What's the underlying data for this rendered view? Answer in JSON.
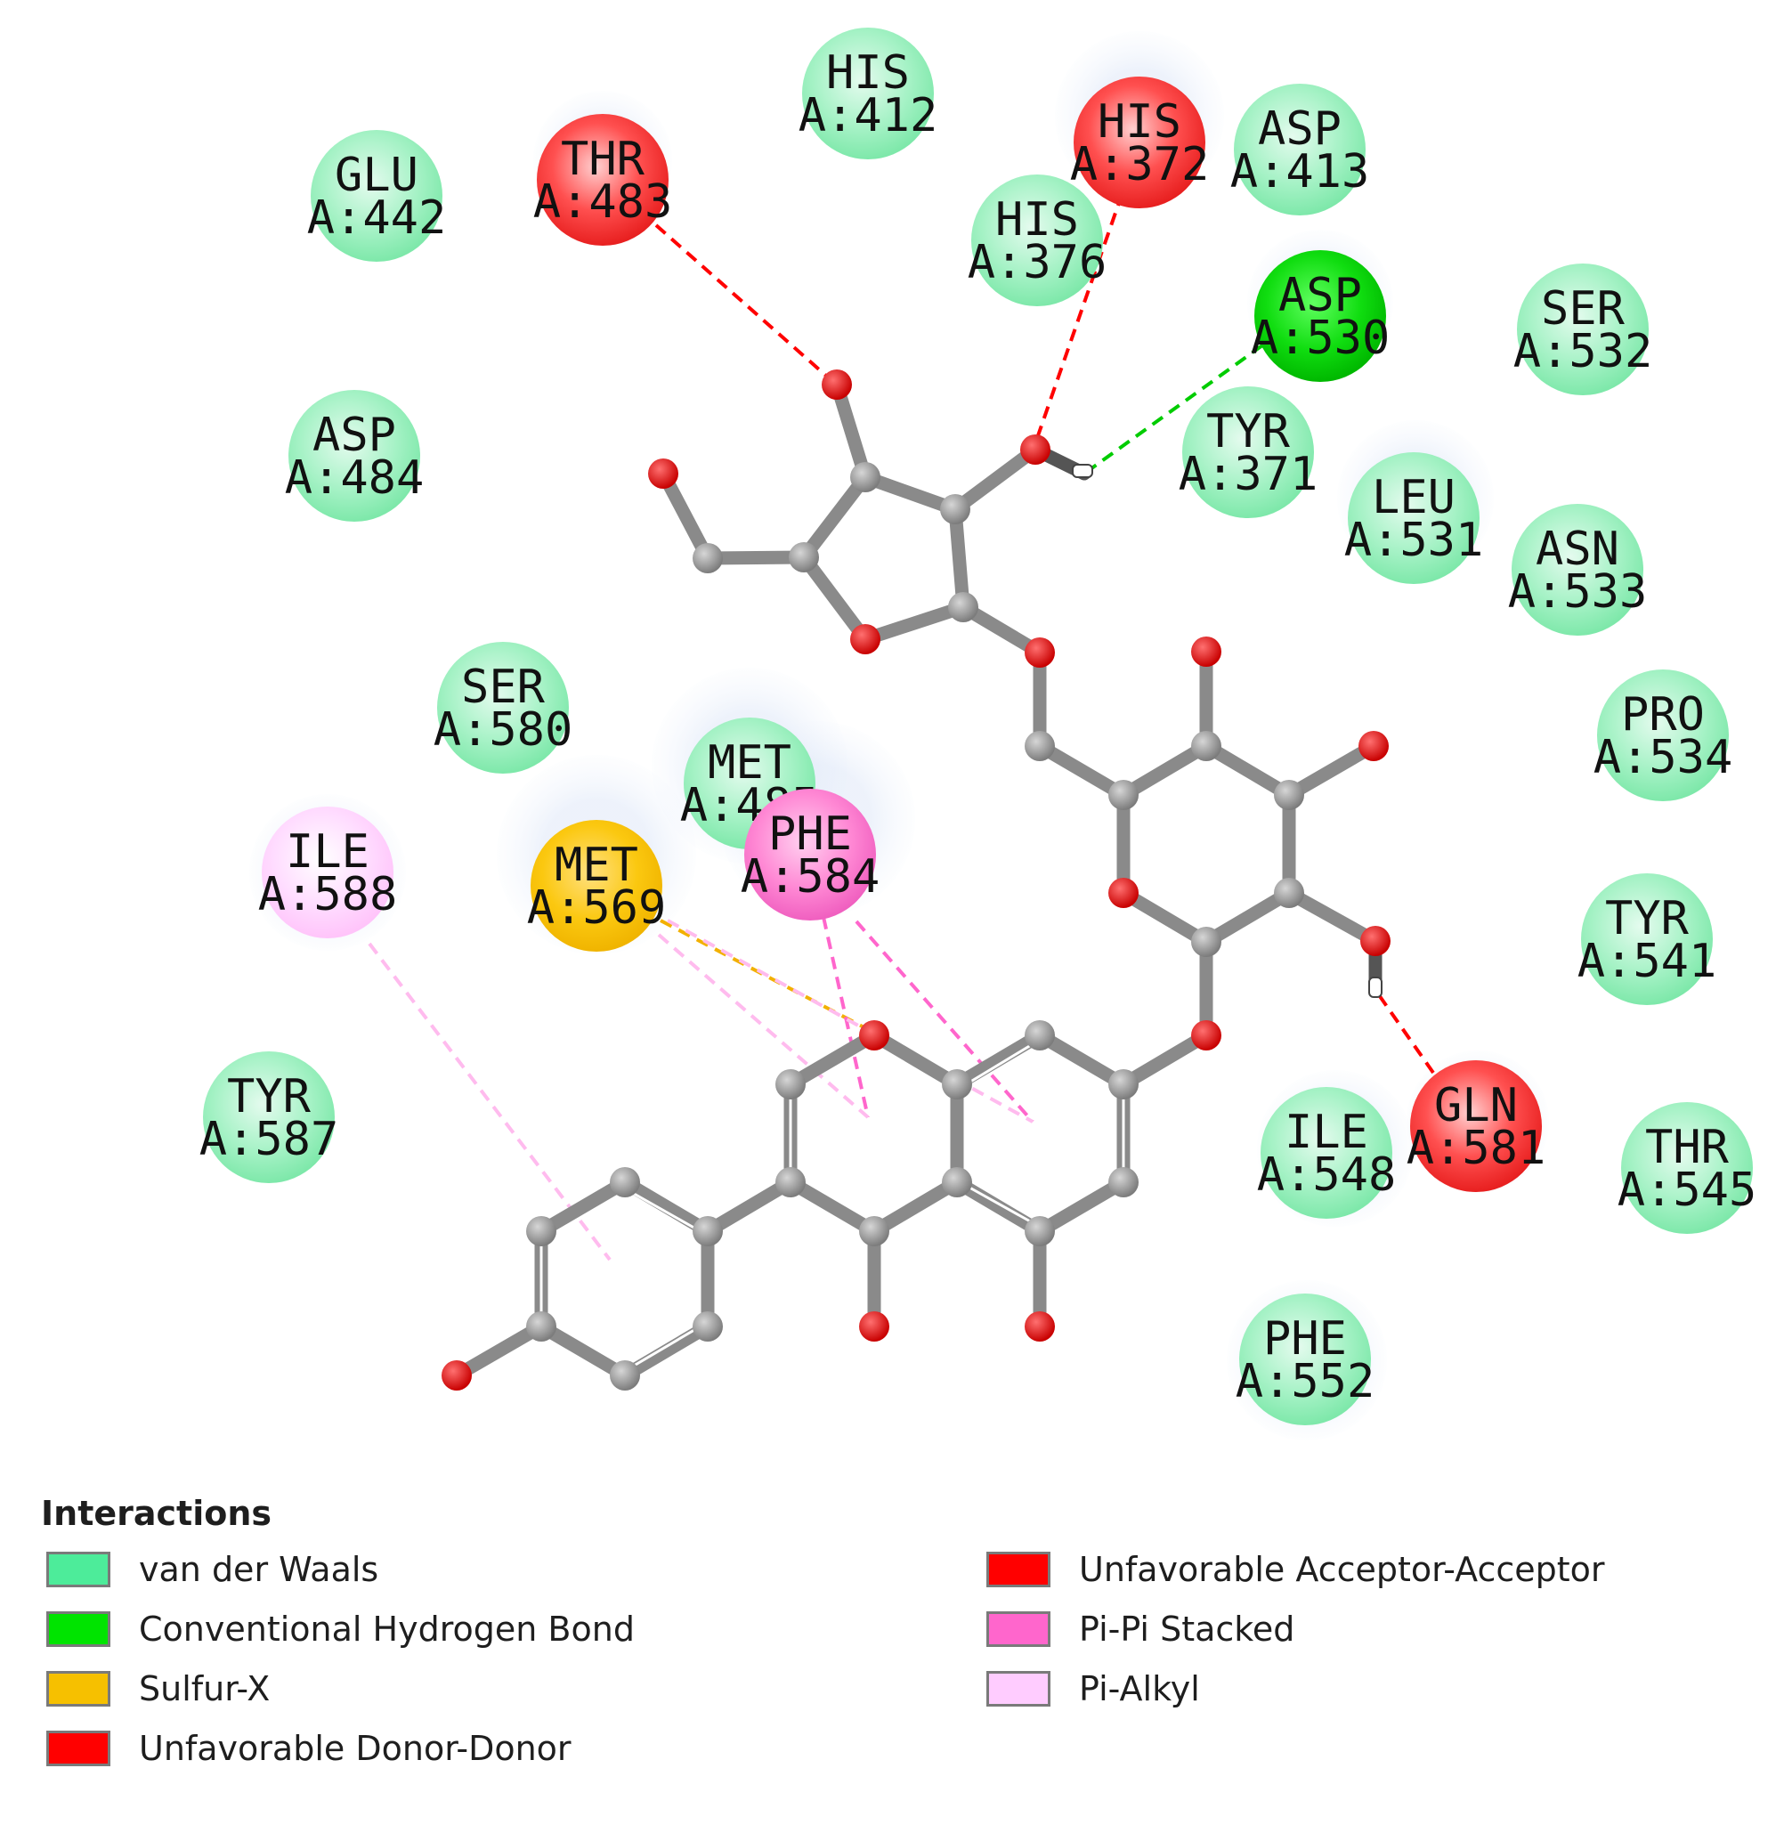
{
  "legend": {
    "title": "Interactions",
    "items": [
      {
        "key": "vdw",
        "label": "van der Waals",
        "color": "#4dec9a"
      },
      {
        "key": "hbond",
        "label": "Conventional Hydrogen Bond",
        "color": "#00e400"
      },
      {
        "key": "sulfur",
        "label": "Sulfur-X",
        "color": "#f6c000"
      },
      {
        "key": "dd",
        "label": "Unfavorable Donor-Donor",
        "color": "#ff0000"
      },
      {
        "key": "aa",
        "label": "Unfavorable Acceptor-Acceptor",
        "color": "#ff0000"
      },
      {
        "key": "pipi",
        "label": "Pi-Pi Stacked",
        "color": "#ff66cc"
      },
      {
        "key": "pialkyl",
        "label": "Pi-Alkyl",
        "color": "#ffccff"
      }
    ]
  },
  "residues": [
    {
      "id": "his412",
      "res": "HIS",
      "num": "A:412",
      "type": "vdw"
    },
    {
      "id": "glu442",
      "res": "GLU",
      "num": "A:442",
      "type": "vdw"
    },
    {
      "id": "thr483",
      "res": "THR",
      "num": "A:483",
      "type": "unfavorable"
    },
    {
      "id": "his372",
      "res": "HIS",
      "num": "A:372",
      "type": "unfavorable"
    },
    {
      "id": "asp413",
      "res": "ASP",
      "num": "A:413",
      "type": "vdw"
    },
    {
      "id": "his376",
      "res": "HIS",
      "num": "A:376",
      "type": "vdw"
    },
    {
      "id": "asp530",
      "res": "ASP",
      "num": "A:530",
      "type": "hbond"
    },
    {
      "id": "ser532",
      "res": "SER",
      "num": "A:532",
      "type": "vdw"
    },
    {
      "id": "asp484",
      "res": "ASP",
      "num": "A:484",
      "type": "vdw"
    },
    {
      "id": "tyr371",
      "res": "TYR",
      "num": "A:371",
      "type": "vdw"
    },
    {
      "id": "leu531",
      "res": "LEU",
      "num": "A:531",
      "type": "vdw"
    },
    {
      "id": "asn533",
      "res": "ASN",
      "num": "A:533",
      "type": "vdw"
    },
    {
      "id": "ser580",
      "res": "SER",
      "num": "A:580",
      "type": "vdw"
    },
    {
      "id": "pro534",
      "res": "PRO",
      "num": "A:534",
      "type": "vdw"
    },
    {
      "id": "met485",
      "res": "MET",
      "num": "A:485",
      "type": "vdw"
    },
    {
      "id": "ile588",
      "res": "ILE",
      "num": "A:588",
      "type": "pialkyl"
    },
    {
      "id": "met569",
      "res": "MET",
      "num": "A:569",
      "type": "sulfur"
    },
    {
      "id": "phe584",
      "res": "PHE",
      "num": "A:584",
      "type": "pipi"
    },
    {
      "id": "tyr541",
      "res": "TYR",
      "num": "A:541",
      "type": "vdw"
    },
    {
      "id": "tyr587",
      "res": "TYR",
      "num": "A:587",
      "type": "vdw"
    },
    {
      "id": "ile548",
      "res": "ILE",
      "num": "A:548",
      "type": "vdw"
    },
    {
      "id": "gln581",
      "res": "GLN",
      "num": "A:581",
      "type": "unfavorable"
    },
    {
      "id": "thr545",
      "res": "THR",
      "num": "A:545",
      "type": "vdw"
    },
    {
      "id": "phe552",
      "res": "PHE",
      "num": "A:552",
      "type": "vdw"
    }
  ],
  "colors": {
    "vdw_fill": "#9ff0c0",
    "vdw_edge": "#6fe4a0",
    "hbond_fill": "#00d000",
    "unfavorable_fill": "#ff3030",
    "sulfur_fill": "#f6c000",
    "pipi_fill": "#ff77cc",
    "pialkyl_fill": "#ffd6ff",
    "carbon": "#8a8a8a",
    "oxygen": "#e00000",
    "hydrogen": "#ffffff",
    "line_red": "#ff0000",
    "line_green": "#00cc00",
    "line_orange": "#f2b000",
    "line_pink": "#ff66cc",
    "line_lightpink": "#ffbbee"
  }
}
